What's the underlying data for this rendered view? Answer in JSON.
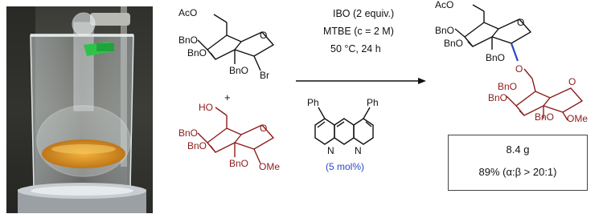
{
  "conditions": {
    "reagent": "IBO (2 equiv.)",
    "solvent": "MTBE (c = 2 M)",
    "temperature_time": "50 °C, 24 h"
  },
  "catalyst": {
    "loading": "(5 mol%)",
    "substituent": "Ph",
    "n_atom": "N"
  },
  "donor": {
    "acetyl": "AcO",
    "benzyl": "BnO",
    "leaving_group": "Br"
  },
  "acceptor": {
    "hydroxyl": "HO",
    "benzyl": "BnO",
    "methoxy": "OMe"
  },
  "plus_sign": "+",
  "product": {
    "acetyl": "AcO",
    "benzyl": "BnO",
    "linker_oxygen": "O",
    "methoxy": "OMe",
    "ring_oxygen": "O"
  },
  "result": {
    "mass": "8.4 g",
    "yield_selectivity": "89% (α:β > 20:1)"
  },
  "colors": {
    "donor": "#111111",
    "acceptor": "#8e1b1b",
    "new_bond": "#2a47c9",
    "catalyst_label": "#2a47c9"
  }
}
